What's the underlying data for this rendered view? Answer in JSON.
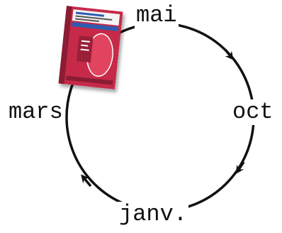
{
  "months": {
    "top": "mai",
    "right": "oct",
    "bottom": "janv.",
    "left": "mars"
  },
  "colors": {
    "cycle_stroke": "#111111",
    "book_cover": "#c62a48",
    "book_spine": "#8a1c33",
    "book_band": "#2f5bb0",
    "book_page": "#f4f4f4"
  },
  "book": {
    "icon": "book-cover-icon"
  }
}
